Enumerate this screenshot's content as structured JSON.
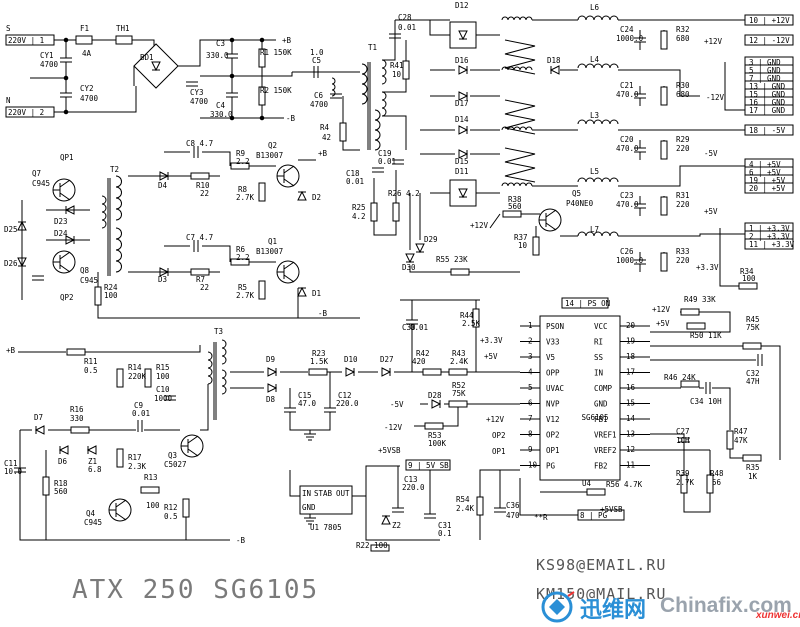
{
  "title": {
    "main": "ATX 250 SG6105"
  },
  "emails": [
    "KS98@EMAIL.RU",
    "KM150@MAIL.RU"
  ],
  "watermark": {
    "cn": "迅维网",
    "en": "Chinafix.com",
    "badge": "xunwei.cn"
  },
  "labels": [
    {
      "id": "S",
      "text": "S"
    },
    {
      "id": "in1",
      "text": "220V | 1"
    },
    {
      "id": "N",
      "text": "N"
    },
    {
      "id": "in2",
      "text": "220V | 2"
    },
    {
      "id": "F1",
      "text": "F1"
    },
    {
      "id": "F1v",
      "text": "4A"
    },
    {
      "id": "TH1",
      "text": "TH1"
    },
    {
      "id": "BD1",
      "text": "BD1"
    },
    {
      "id": "CY1",
      "text": "CY1"
    },
    {
      "id": "CY1v",
      "text": "4700"
    },
    {
      "id": "CY2",
      "text": "CY2"
    },
    {
      "id": "CY2v",
      "text": "4700"
    },
    {
      "id": "CY3",
      "text": "CY3"
    },
    {
      "id": "CY3v",
      "text": "4700"
    },
    {
      "id": "C3",
      "text": "C3"
    },
    {
      "id": "C3v",
      "text": "330.0"
    },
    {
      "id": "C4",
      "text": "C4"
    },
    {
      "id": "C4v",
      "text": "330.0"
    },
    {
      "id": "R1",
      "text": "R1 150K"
    },
    {
      "id": "R2",
      "text": "R2 150K"
    },
    {
      "id": "pB1",
      "text": "+B"
    },
    {
      "id": "mB1",
      "text": "-B"
    },
    {
      "id": "C5",
      "text": "C5"
    },
    {
      "id": "C5v",
      "text": "1.0"
    },
    {
      "id": "C6",
      "text": "C6"
    },
    {
      "id": "C6v",
      "text": "4700"
    },
    {
      "id": "R4",
      "text": "R4"
    },
    {
      "id": "R4v",
      "text": "42"
    },
    {
      "id": "T1",
      "text": "T1"
    },
    {
      "id": "C28",
      "text": "C28"
    },
    {
      "id": "C28v",
      "text": "0.01"
    },
    {
      "id": "R41",
      "text": "R41"
    },
    {
      "id": "R41v",
      "text": "10"
    },
    {
      "id": "C18",
      "text": "C18"
    },
    {
      "id": "C18v",
      "text": "0.01"
    },
    {
      "id": "C19",
      "text": "C19"
    },
    {
      "id": "C19v",
      "text": "0.01"
    },
    {
      "id": "R25",
      "text": "R25"
    },
    {
      "id": "R25v",
      "text": "4.2"
    },
    {
      "id": "R26",
      "text": "R26 4.2"
    },
    {
      "id": "D12",
      "text": "D12"
    },
    {
      "id": "D16",
      "text": "D16"
    },
    {
      "id": "D17",
      "text": "D17"
    },
    {
      "id": "D18",
      "text": "D18"
    },
    {
      "id": "D14",
      "text": "D14"
    },
    {
      "id": "D15",
      "text": "D15"
    },
    {
      "id": "D11",
      "text": "D11"
    },
    {
      "id": "D29",
      "text": "D29"
    },
    {
      "id": "D30",
      "text": "D30"
    },
    {
      "id": "L6",
      "text": "L6"
    },
    {
      "id": "L4",
      "text": "L4"
    },
    {
      "id": "L3",
      "text": "L3"
    },
    {
      "id": "L5",
      "text": "L5"
    },
    {
      "id": "L7",
      "text": "L7"
    },
    {
      "id": "C24",
      "text": "C24"
    },
    {
      "id": "C24v",
      "text": "1000.0"
    },
    {
      "id": "R32",
      "text": "R32"
    },
    {
      "id": "R32v",
      "text": "680"
    },
    {
      "id": "C21",
      "text": "C21"
    },
    {
      "id": "C21v",
      "text": "470.0"
    },
    {
      "id": "R30",
      "text": "R30"
    },
    {
      "id": "R30v",
      "text": "680"
    },
    {
      "id": "C20",
      "text": "C20"
    },
    {
      "id": "C20v",
      "text": "470.0"
    },
    {
      "id": "R29",
      "text": "R29"
    },
    {
      "id": "R29v",
      "text": "220"
    },
    {
      "id": "C23",
      "text": "C23"
    },
    {
      "id": "C23v",
      "text": "470.0"
    },
    {
      "id": "R31",
      "text": "R31"
    },
    {
      "id": "R31v",
      "text": "220"
    },
    {
      "id": "C26",
      "text": "C26"
    },
    {
      "id": "C26v",
      "text": "1000.0"
    },
    {
      "id": "R33",
      "text": "R33"
    },
    {
      "id": "R33v",
      "text": "220"
    },
    {
      "id": "R34",
      "text": "R34"
    },
    {
      "id": "R34v",
      "text": "100"
    },
    {
      "id": "R38",
      "text": "R38"
    },
    {
      "id": "R38v",
      "text": "560"
    },
    {
      "id": "Q5",
      "text": "Q5"
    },
    {
      "id": "Q5v",
      "text": "P40NE0"
    },
    {
      "id": "R37",
      "text": "R37"
    },
    {
      "id": "R37v",
      "text": "10"
    },
    {
      "id": "p12a",
      "text": "+12V"
    },
    {
      "id": "v12a",
      "text": "+12V"
    },
    {
      "id": "vm12a",
      "text": "-12V"
    },
    {
      "id": "vm5a",
      "text": "-5V"
    },
    {
      "id": "v5a",
      "text": "+5V"
    },
    {
      "id": "v33a",
      "text": "+3.3V"
    },
    {
      "id": "o10",
      "text": "10 | +12V"
    },
    {
      "id": "o12",
      "text": "12 | -12V"
    },
    {
      "id": "g3",
      "text": "3 | GND"
    },
    {
      "id": "g5",
      "text": "5 | GND"
    },
    {
      "id": "g7",
      "text": "7 | GND"
    },
    {
      "id": "g13",
      "text": "13 | GND"
    },
    {
      "id": "g15",
      "text": "15 | GND"
    },
    {
      "id": "g16",
      "text": "16 | GND"
    },
    {
      "id": "g17",
      "text": "17 | GND"
    },
    {
      "id": "o18",
      "text": "18 | -5V"
    },
    {
      "id": "o4",
      "text": "4 | +5V"
    },
    {
      "id": "o6",
      "text": "6 | +5V"
    },
    {
      "id": "o19",
      "text": "19 | +5V"
    },
    {
      "id": "o20",
      "text": "20 | +5V"
    },
    {
      "id": "o1",
      "text": "1 | +3.3V"
    },
    {
      "id": "o2",
      "text": "2 | +3.3V"
    },
    {
      "id": "o11",
      "text": "11 | +3.3V"
    },
    {
      "id": "Q7",
      "text": "Q7"
    },
    {
      "id": "Q7v",
      "text": "C945"
    },
    {
      "id": "QP1",
      "text": "QP1"
    },
    {
      "id": "QP2",
      "text": "QP2"
    },
    {
      "id": "Q8",
      "text": "Q8"
    },
    {
      "id": "Q8v",
      "text": "C945"
    },
    {
      "id": "D25",
      "text": "D25"
    },
    {
      "id": "D23",
      "text": "D23"
    },
    {
      "id": "D24",
      "text": "D24"
    },
    {
      "id": "D26",
      "text": "D26"
    },
    {
      "id": "T2",
      "text": "T2"
    },
    {
      "id": "C8",
      "text": "C8 4.7"
    },
    {
      "id": "C7",
      "text": "C7 4.7"
    },
    {
      "id": "D4",
      "text": "D4"
    },
    {
      "id": "D3",
      "text": "D3"
    },
    {
      "id": "R10",
      "text": "R10"
    },
    {
      "id": "R10v",
      "text": "22"
    },
    {
      "id": "R7",
      "text": "R7"
    },
    {
      "id": "R7v",
      "text": "22"
    },
    {
      "id": "R9",
      "text": "R9"
    },
    {
      "id": "R9v",
      "text": "2.2"
    },
    {
      "id": "R6",
      "text": "R6"
    },
    {
      "id": "R6v",
      "text": "2.2"
    },
    {
      "id": "R8",
      "text": "R8"
    },
    {
      "id": "R8v",
      "text": "2.7K"
    },
    {
      "id": "R5",
      "text": "R5"
    },
    {
      "id": "R5v",
      "text": "2.7K"
    },
    {
      "id": "Q2",
      "text": "Q2"
    },
    {
      "id": "Q2v",
      "text": "B13007"
    },
    {
      "id": "Q1",
      "text": "Q1"
    },
    {
      "id": "Q1v",
      "text": "B13007"
    },
    {
      "id": "D2",
      "text": "D2"
    },
    {
      "id": "D1",
      "text": "D1"
    },
    {
      "id": "pB2",
      "text": "+B"
    },
    {
      "id": "mB2",
      "text": "-B"
    },
    {
      "id": "R24",
      "text": "R24"
    },
    {
      "id": "R24v",
      "text": "100"
    },
    {
      "id": "pB3",
      "text": "+B"
    },
    {
      "id": "R11",
      "text": "R11"
    },
    {
      "id": "R11v",
      "text": "0.5"
    },
    {
      "id": "R14",
      "text": "R14"
    },
    {
      "id": "R14v",
      "text": "220K"
    },
    {
      "id": "R15",
      "text": "R15"
    },
    {
      "id": "R15v",
      "text": "100"
    },
    {
      "id": "C10",
      "text": "C10"
    },
    {
      "id": "C10v",
      "text": "1000"
    },
    {
      "id": "C9",
      "text": "C9"
    },
    {
      "id": "C9v",
      "text": "0.01"
    },
    {
      "id": "R16",
      "text": "R16"
    },
    {
      "id": "R16v",
      "text": "330"
    },
    {
      "id": "D7",
      "text": "D7"
    },
    {
      "id": "D6",
      "text": "D6"
    },
    {
      "id": "Z1",
      "text": "Z1"
    },
    {
      "id": "Z1v",
      "text": "6.8"
    },
    {
      "id": "T3",
      "text": "T3"
    },
    {
      "id": "Q3",
      "text": "Q3"
    },
    {
      "id": "Q3v",
      "text": "C5027"
    },
    {
      "id": "R17",
      "text": "R17"
    },
    {
      "id": "R17v",
      "text": "2.3K"
    },
    {
      "id": "C11",
      "text": "C11"
    },
    {
      "id": "C11v",
      "text": "10.0"
    },
    {
      "id": "R18",
      "text": "R18"
    },
    {
      "id": "R18v",
      "text": "560"
    },
    {
      "id": "Q4",
      "text": "Q4"
    },
    {
      "id": "Q4v",
      "text": "C945"
    },
    {
      "id": "R13",
      "text": "R13"
    },
    {
      "id": "R13v",
      "text": "100"
    },
    {
      "id": "R12",
      "text": "R12"
    },
    {
      "id": "R12v",
      "text": "0.5"
    },
    {
      "id": "mB3",
      "text": "-B"
    },
    {
      "id": "D9",
      "text": "D9"
    },
    {
      "id": "D8",
      "text": "D8"
    },
    {
      "id": "R23",
      "text": "R23"
    },
    {
      "id": "R23v",
      "text": "1.5K"
    },
    {
      "id": "D10",
      "text": "D10"
    },
    {
      "id": "D27",
      "text": "D27"
    },
    {
      "id": "C15",
      "text": "C15"
    },
    {
      "id": "C15v",
      "text": "47.0"
    },
    {
      "id": "C12",
      "text": "C12"
    },
    {
      "id": "C12v",
      "text": "220.0"
    },
    {
      "id": "U1",
      "text": "U1 7805"
    },
    {
      "id": "in",
      "text": "IN"
    },
    {
      "id": "stab",
      "text": "STAB"
    },
    {
      "id": "out",
      "text": "OUT"
    },
    {
      "id": "gnd",
      "text": "GND"
    },
    {
      "id": "p5vsb",
      "text": "+5VSB"
    },
    {
      "id": "o9",
      "text": "9 | 5V SB"
    },
    {
      "id": "C13",
      "text": "C13"
    },
    {
      "id": "C13v",
      "text": "220.0"
    },
    {
      "id": "Z2",
      "text": "Z2"
    },
    {
      "id": "C31",
      "text": "C31"
    },
    {
      "id": "C31v",
      "text": "0.1"
    },
    {
      "id": "R22",
      "text": "R22 100"
    },
    {
      "id": "R55",
      "text": "R55 23K"
    },
    {
      "id": "C30",
      "text": "C30"
    },
    {
      "id": "C30v",
      "text": "0.01"
    },
    {
      "id": "R44",
      "text": "R44"
    },
    {
      "id": "R44v",
      "text": "2.5K"
    },
    {
      "id": "R42",
      "text": "R42"
    },
    {
      "id": "R42v",
      "text": "420"
    },
    {
      "id": "R43",
      "text": "R43"
    },
    {
      "id": "R43v",
      "text": "2.4K"
    },
    {
      "id": "p33b",
      "text": "+3.3V"
    },
    {
      "id": "p5b",
      "text": "+5V"
    },
    {
      "id": "R52",
      "text": "R52"
    },
    {
      "id": "R52v",
      "text": "75K"
    },
    {
      "id": "m5b",
      "text": "-5V"
    },
    {
      "id": "D28",
      "text": "D28"
    },
    {
      "id": "m12b",
      "text": "-12V"
    },
    {
      "id": "R53",
      "text": "R53"
    },
    {
      "id": "R53v",
      "text": "100K"
    },
    {
      "id": "p12b",
      "text": "+12V"
    },
    {
      "id": "op2",
      "text": "OP2"
    },
    {
      "id": "op1",
      "text": "OP1"
    },
    {
      "id": "ps14",
      "text": "14 | PS ON"
    },
    {
      "id": "u4",
      "text": "U4"
    },
    {
      "id": "chip",
      "text": "SG6105"
    },
    {
      "id": "pl_PSON",
      "text": "PSON"
    },
    {
      "id": "pl_V33",
      "text": "V33"
    },
    {
      "id": "pl_V5",
      "text": "V5"
    },
    {
      "id": "pl_OPP",
      "text": "OPP"
    },
    {
      "id": "pl_UVAC",
      "text": "UVAC"
    },
    {
      "id": "pl_NVP",
      "text": "NVP"
    },
    {
      "id": "pl_V12",
      "text": "V12"
    },
    {
      "id": "pl_OP2",
      "text": "OP2"
    },
    {
      "id": "pl_OP1",
      "text": "OP1"
    },
    {
      "id": "pl_PG",
      "text": "PG"
    },
    {
      "id": "pl_VCC",
      "text": "VCC"
    },
    {
      "id": "pl_RI",
      "text": "RI"
    },
    {
      "id": "pl_SS",
      "text": "SS"
    },
    {
      "id": "pl_IN",
      "text": "IN"
    },
    {
      "id": "pl_COMP",
      "text": "COMP"
    },
    {
      "id": "pl_GND",
      "text": "GND"
    },
    {
      "id": "pl_FB1",
      "text": "FB1"
    },
    {
      "id": "pl_VREF1",
      "text": "VREF1"
    },
    {
      "id": "pl_VREF2",
      "text": "VREF2"
    },
    {
      "id": "pl_FB2",
      "text": "FB2"
    },
    {
      "id": "pn1",
      "text": "1"
    },
    {
      "id": "pn2",
      "text": "2"
    },
    {
      "id": "pn3",
      "text": "3"
    },
    {
      "id": "pn4",
      "text": "4"
    },
    {
      "id": "pn5",
      "text": "5"
    },
    {
      "id": "pn6",
      "text": "6"
    },
    {
      "id": "pn7",
      "text": "7"
    },
    {
      "id": "pn8",
      "text": "8"
    },
    {
      "id": "pn9",
      "text": "9"
    },
    {
      "id": "pn10",
      "text": "10"
    },
    {
      "id": "pn20",
      "text": "20"
    },
    {
      "id": "pn19",
      "text": "19"
    },
    {
      "id": "pn18",
      "text": "18"
    },
    {
      "id": "pn17",
      "text": "17"
    },
    {
      "id": "pn16",
      "text": "16"
    },
    {
      "id": "pn15",
      "text": "15"
    },
    {
      "id": "pn14",
      "text": "14"
    },
    {
      "id": "pn13",
      "text": "13"
    },
    {
      "id": "pn12",
      "text": "12"
    },
    {
      "id": "pn11",
      "text": "11"
    },
    {
      "id": "R49",
      "text": "R49 33K"
    },
    {
      "id": "p12c",
      "text": "+12V"
    },
    {
      "id": "p5c",
      "text": "+5V"
    },
    {
      "id": "R50",
      "text": "R50 11K"
    },
    {
      "id": "R45",
      "text": "R45"
    },
    {
      "id": "R45v",
      "text": "75K"
    },
    {
      "id": "C32",
      "text": "C32"
    },
    {
      "id": "C32v",
      "text": "47H"
    },
    {
      "id": "R46",
      "text": "R46 24K"
    },
    {
      "id": "C34",
      "text": "C34 10H"
    },
    {
      "id": "C27",
      "text": "C27"
    },
    {
      "id": "C27v",
      "text": "10H"
    },
    {
      "id": "R47",
      "text": "R47"
    },
    {
      "id": "R47v",
      "text": "47K"
    },
    {
      "id": "R39",
      "text": "R39"
    },
    {
      "id": "R39v",
      "text": "2.7K"
    },
    {
      "id": "R48",
      "text": "R48"
    },
    {
      "id": "R48v",
      "text": "56"
    },
    {
      "id": "R35",
      "text": "R35"
    },
    {
      "id": "R35v",
      "text": "1K"
    },
    {
      "id": "R56",
      "text": "R56 4.7K"
    },
    {
      "id": "p5vsb2",
      "text": "+5VSB"
    },
    {
      "id": "o8",
      "text": "8 | PG"
    },
    {
      "id": "R54",
      "text": "R54"
    },
    {
      "id": "R54v",
      "text": "2.4K"
    },
    {
      "id": "C36",
      "text": "C36"
    },
    {
      "id": "C36v",
      "text": "470"
    },
    {
      "id": "rstar",
      "text": "**R"
    }
  ]
}
